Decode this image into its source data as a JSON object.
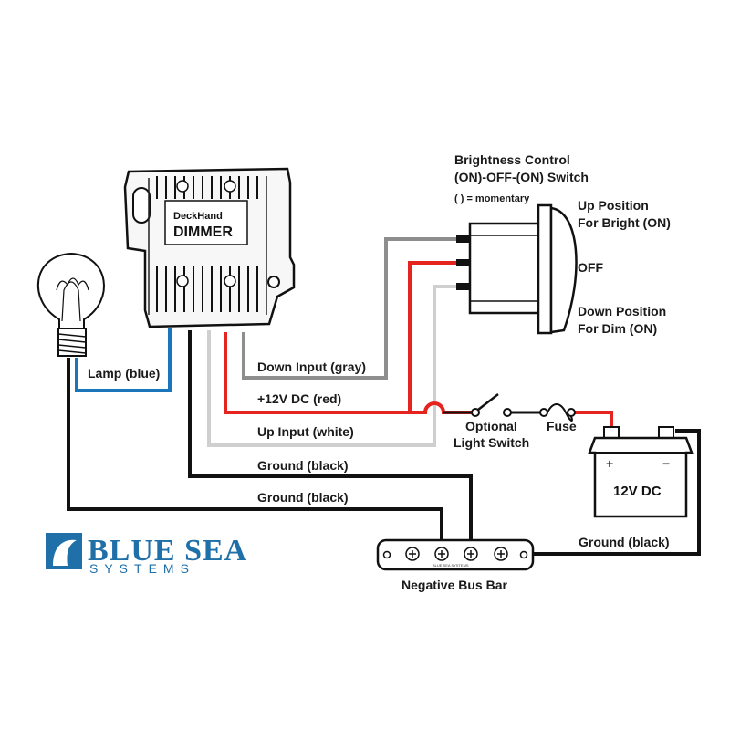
{
  "switch": {
    "title_line1": "Brightness Control",
    "title_line2": "(ON)-OFF-(ON) Switch",
    "note": "( ) = momentary",
    "up_line1": "Up Position",
    "up_line2": "For Bright (ON)",
    "off": "OFF",
    "down_line1": "Down Position",
    "down_line2": "For Dim (ON)"
  },
  "dimmer": {
    "brand": "DeckHand",
    "name": "DIMMER"
  },
  "wires": {
    "lamp": "Lamp (blue)",
    "down_input": "Down Input (gray)",
    "plus12v": "+12V DC (red)",
    "up_input": "Up Input (white)",
    "ground1": "Ground (black)",
    "ground2": "Ground (black)",
    "ground3": "Ground (black)"
  },
  "optional_switch": {
    "line1": "Optional",
    "line2": "Light Switch"
  },
  "fuse": "Fuse",
  "battery": {
    "label": "12V DC",
    "plus": "+",
    "minus": "−"
  },
  "bus_bar": {
    "label": "Negative Bus Bar",
    "stamp": "BLUE SEA SYSTEMS"
  },
  "logo": {
    "main": "BLUE SEA",
    "sub": "SYSTEMS"
  },
  "colors": {
    "blue_wire": "#1b75bb",
    "gray_wire": "#8e8e8e",
    "red_wire": "#e52420",
    "white_wire": "#cfcfcf",
    "black_wire": "#111111",
    "logo": "#1f6fa8"
  }
}
